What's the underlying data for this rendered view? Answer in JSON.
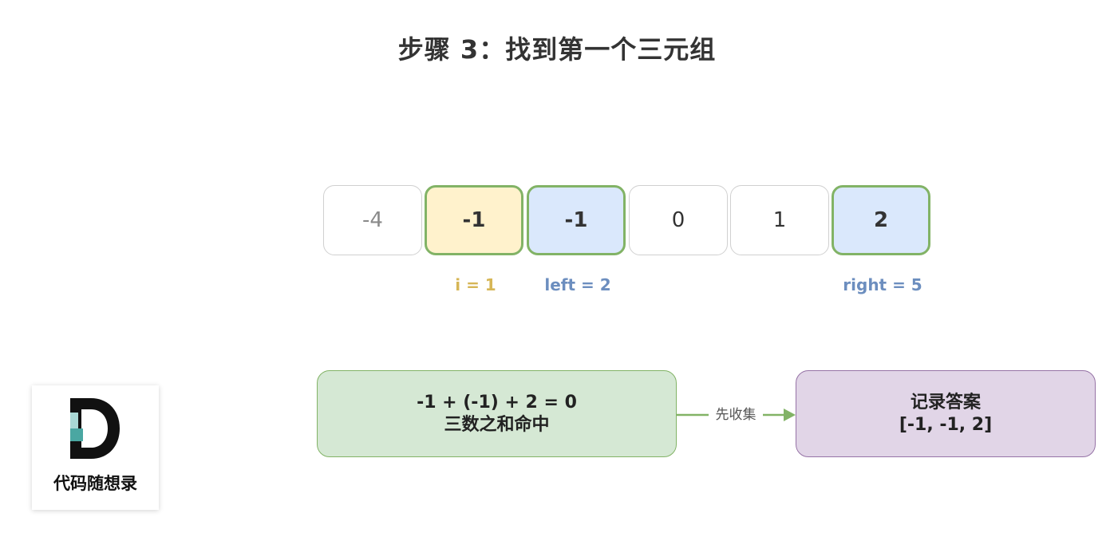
{
  "title": "步骤 3：找到第一个三元组",
  "array": [
    {
      "value": "-4"
    },
    {
      "value": "-1"
    },
    {
      "value": "-1"
    },
    {
      "value": "0"
    },
    {
      "value": "1"
    },
    {
      "value": "2"
    }
  ],
  "pointers": {
    "i": "i = 1",
    "left": "left = 2",
    "right": "right = 5"
  },
  "check_box": {
    "line1": "-1 + (-1) + 2 = 0",
    "line2": "三数之和命中"
  },
  "edge_label": "先收集",
  "result_box": {
    "line1": "记录答案",
    "line2": "[-1, -1, 2]"
  },
  "logo": {
    "text": "代码随想录"
  },
  "colors": {
    "i_pointer": "#d6b656",
    "lr_pointer": "#6c8ebf",
    "highlight_border": "#82b366",
    "cell_yellow": "#fff2cc",
    "cell_blue": "#dae8fc",
    "box_green": "#d5e8d4",
    "box_purple": "#e1d5e7",
    "logo_teal": "#4aa7a2"
  }
}
